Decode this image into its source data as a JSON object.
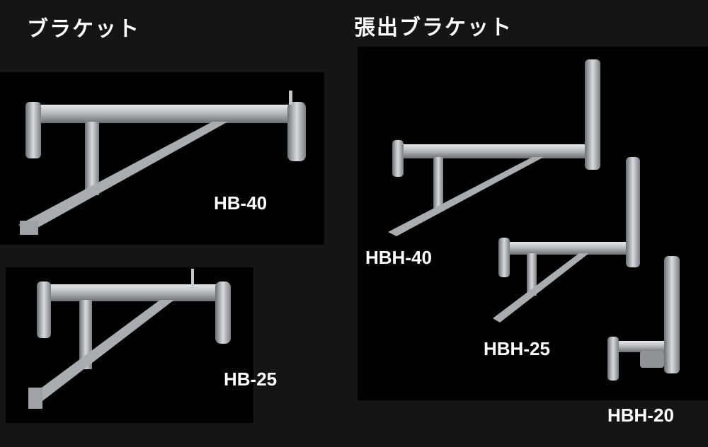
{
  "headings": {
    "left": "ブラケット",
    "right": "張出ブラケット"
  },
  "products": [
    {
      "model": "HB-40",
      "group": "ブラケット"
    },
    {
      "model": "HB-25",
      "group": "ブラケット"
    },
    {
      "model": "HBH-40",
      "group": "張出ブラケット"
    },
    {
      "model": "HBH-25",
      "group": "張出ブラケット"
    },
    {
      "model": "HBH-20",
      "group": "張出ブラケット"
    }
  ],
  "colors": {
    "background": "#151515",
    "panel": "#000000",
    "metal": "#b8bcc0",
    "text": "#ffffff"
  }
}
